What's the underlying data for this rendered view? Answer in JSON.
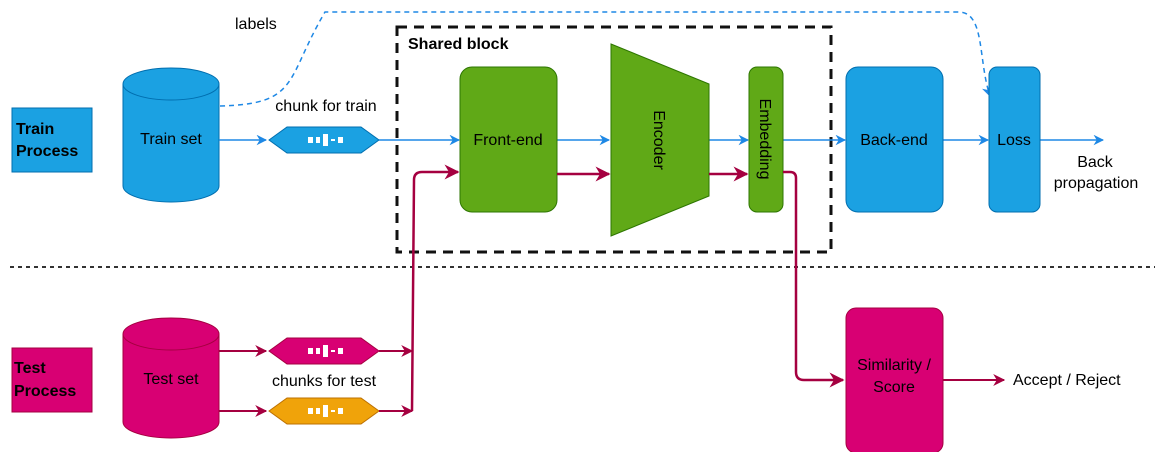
{
  "shared_block": {
    "title": "Shared block"
  },
  "train": {
    "process_label_line1": "Train",
    "process_label_line2": "Process",
    "dataset_label": "Train set",
    "chunk_label": "chunk for train",
    "labels_text": "labels",
    "backend_label": "Back-end",
    "loss_label": "Loss",
    "output_line1": "Back",
    "output_line2": "propagation",
    "color": "#1ba1e2",
    "edge_color": "#1e88e5"
  },
  "blocks": {
    "frontend_label": "Front-end",
    "encoder_label": "Encoder",
    "embedding_label": "Embedding",
    "color": "#60a917",
    "stroke": "#2d7600"
  },
  "test": {
    "process_label_line1": "Test",
    "process_label_line2": "Process",
    "dataset_label": "Test set",
    "chunks_label": "chunks for test",
    "similarity_line1": "Similarity /",
    "similarity_line2": "Score",
    "output_label": "Accept / Reject",
    "color": "#d80073",
    "edge_color": "#a50040",
    "alt_chunk_color": "#f0a30a"
  }
}
